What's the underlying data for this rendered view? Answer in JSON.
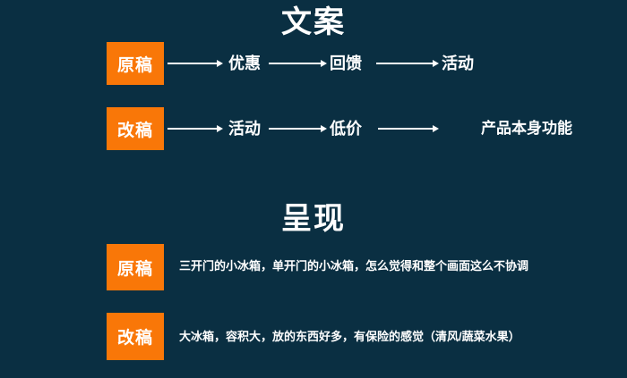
{
  "colors": {
    "background": "#0A2F42",
    "accent_orange": "#F97708",
    "text": "#FFFFFF"
  },
  "copy_section": {
    "title": "文案",
    "rows": [
      {
        "label": "原稿",
        "steps": [
          "优惠",
          "回馈",
          "活动"
        ]
      },
      {
        "label": "改稿",
        "steps": [
          "活动",
          "低价",
          "产品本身功能"
        ]
      }
    ]
  },
  "presentation_section": {
    "title": "呈现",
    "rows": [
      {
        "label": "原稿",
        "description": "三开门的小冰箱，单开门的小冰箱，怎么觉得和整个画面这么不协调"
      },
      {
        "label": "改稿",
        "description": "大冰箱，容积大，放的东西好多，有保险的感觉（清风/蔬菜水果）"
      }
    ]
  }
}
